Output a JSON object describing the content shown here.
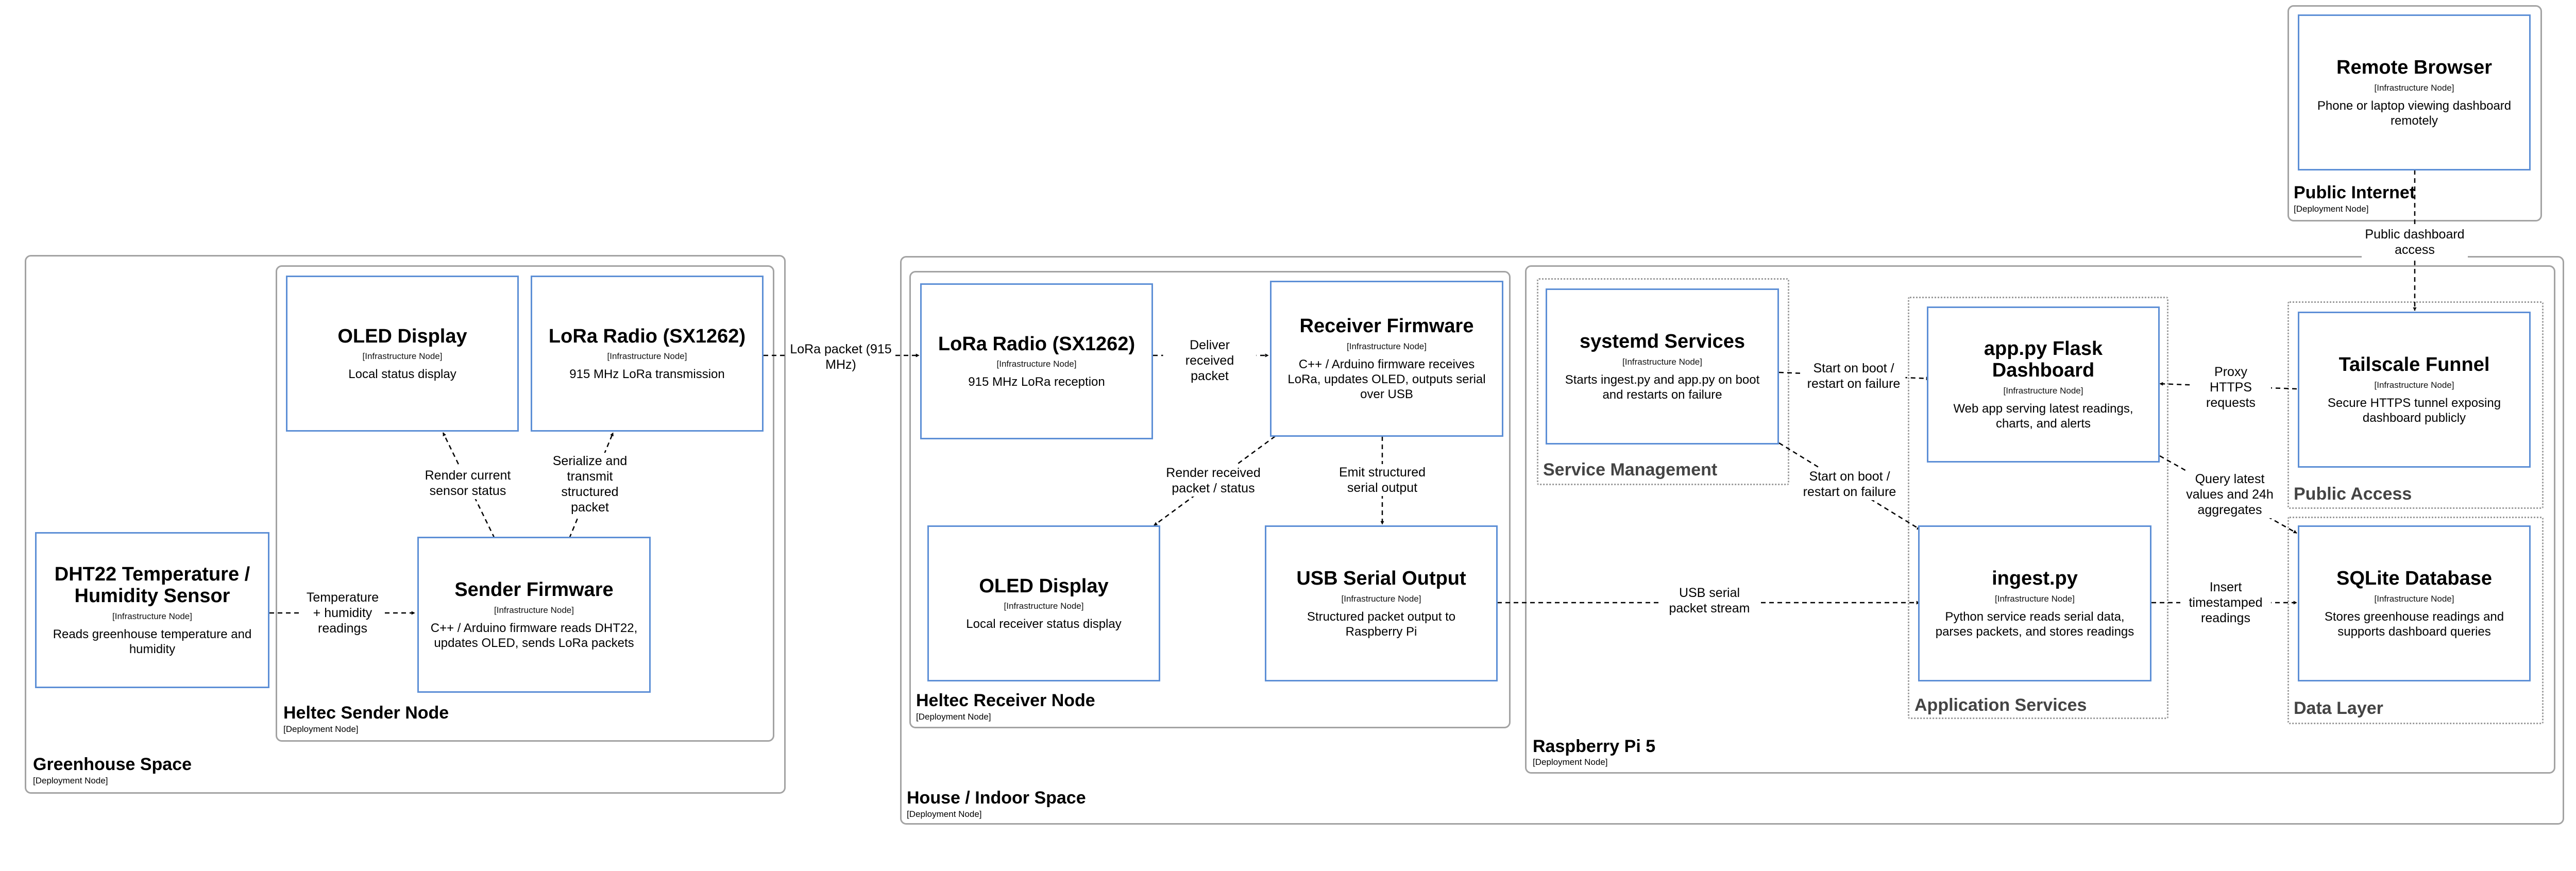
{
  "zones": {
    "greenhouse": {
      "title": "Greenhouse Space",
      "subtitle": "[Deployment Node]"
    },
    "sender_node": {
      "title": "Heltec Sender Node",
      "subtitle": "[Deployment Node]"
    },
    "house": {
      "title": "House / Indoor Space",
      "subtitle": "[Deployment Node]"
    },
    "receiver_node": {
      "title": "Heltec Receiver Node",
      "subtitle": "[Deployment Node]"
    },
    "pi": {
      "title": "Raspberry Pi 5",
      "subtitle": "[Deployment Node]"
    },
    "service_mgmt": {
      "title": "Service Management"
    },
    "app_services": {
      "title": "Application Services"
    },
    "public_access": {
      "title": "Public Access"
    },
    "data_layer": {
      "title": "Data Layer"
    },
    "public_internet": {
      "title": "Public Internet",
      "subtitle": "[Deployment Node]"
    }
  },
  "nodes": {
    "sender_oled": {
      "title": "OLED Display",
      "stereo": "[Infrastructure Node]",
      "desc": "Local status display"
    },
    "sender_lora": {
      "title": "LoRa Radio (SX1262)",
      "stereo": "[Infrastructure Node]",
      "desc": "915 MHz LoRa transmission"
    },
    "dht22": {
      "title": "DHT22 Temperature / Humidity Sensor",
      "stereo": "[Infrastructure Node]",
      "desc": "Reads greenhouse temperature and humidity"
    },
    "sender_fw": {
      "title": "Sender Firmware",
      "stereo": "[Infrastructure Node]",
      "desc": "C++ / Arduino firmware reads DHT22, updates OLED, sends LoRa packets"
    },
    "recv_lora": {
      "title": "LoRa Radio (SX1262)",
      "stereo": "[Infrastructure Node]",
      "desc": "915 MHz LoRa reception"
    },
    "recv_fw": {
      "title": "Receiver Firmware",
      "stereo": "[Infrastructure Node]",
      "desc": "C++ / Arduino firmware receives LoRa, updates OLED, outputs serial over USB"
    },
    "recv_oled": {
      "title": "OLED Display",
      "stereo": "[Infrastructure Node]",
      "desc": "Local receiver status display"
    },
    "usb_serial": {
      "title": "USB Serial Output",
      "stereo": "[Infrastructure Node]",
      "desc": "Structured packet output to Raspberry Pi"
    },
    "systemd": {
      "title": "systemd Services",
      "stereo": "[Infrastructure Node]",
      "desc": "Starts ingest.py and app.py on boot and restarts on failure"
    },
    "app_py": {
      "title": "app.py Flask Dashboard",
      "stereo": "[Infrastructure Node]",
      "desc": "Web app serving latest readings, charts, and alerts"
    },
    "ingest": {
      "title": "ingest.py",
      "stereo": "[Infrastructure Node]",
      "desc": "Python service reads serial data, parses packets, and stores readings"
    },
    "tailscale": {
      "title": "Tailscale Funnel",
      "stereo": "[Infrastructure Node]",
      "desc": "Secure HTTPS tunnel exposing dashboard publicly"
    },
    "sqlite": {
      "title": "SQLite Database",
      "stereo": "[Infrastructure Node]",
      "desc": "Stores greenhouse readings and supports dashboard queries"
    },
    "browser": {
      "title": "Remote Browser",
      "stereo": "[Infrastructure Node]",
      "desc": "Phone or laptop viewing dashboard remotely"
    }
  },
  "edges": {
    "dht_to_fw": "Temperature + humidity readings",
    "fw_to_oled": "Render current sensor status",
    "fw_to_lora": "Serialize and transmit structured packet",
    "lora_link": "LoRa packet (915 MHz)",
    "lora_to_recvfw": "Deliver received packet",
    "recvfw_to_oled": "Render received packet / status",
    "recvfw_to_usb": "Emit structured serial output",
    "usb_to_ingest": "USB serial packet stream",
    "systemd_to_app": "Start on boot / restart on failure",
    "systemd_to_ingest": "Start on boot / restart on failure",
    "tailscale_to_app": "Proxy HTTPS requests",
    "app_to_sqlite": "Query latest values and 24h aggregates",
    "ingest_to_sqlite": "Insert timestamped readings",
    "browser_to_tailscale": "Public dashboard access"
  }
}
